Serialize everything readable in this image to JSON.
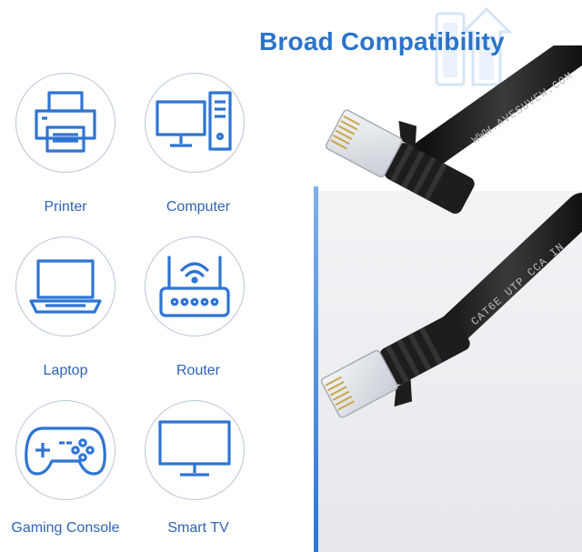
{
  "title": "Broad Compatibility",
  "devices": [
    {
      "label": "Printer",
      "icon": "printer-icon"
    },
    {
      "label": "Computer",
      "icon": "computer-icon"
    },
    {
      "label": "Laptop",
      "icon": "laptop-icon"
    },
    {
      "label": "Router",
      "icon": "router-icon"
    },
    {
      "label": "Gaming Console",
      "icon": "gamepad-icon"
    },
    {
      "label": "Smart TV",
      "icon": "tv-icon"
    }
  ],
  "cable_print": {
    "upper": "WWW.AVESUVEW.COM",
    "lower": "CAT6E UTP CCA IN"
  },
  "colors": {
    "accent": "#2a74c9",
    "icon": "#2f74d3",
    "cable": "#1b1b1b"
  }
}
